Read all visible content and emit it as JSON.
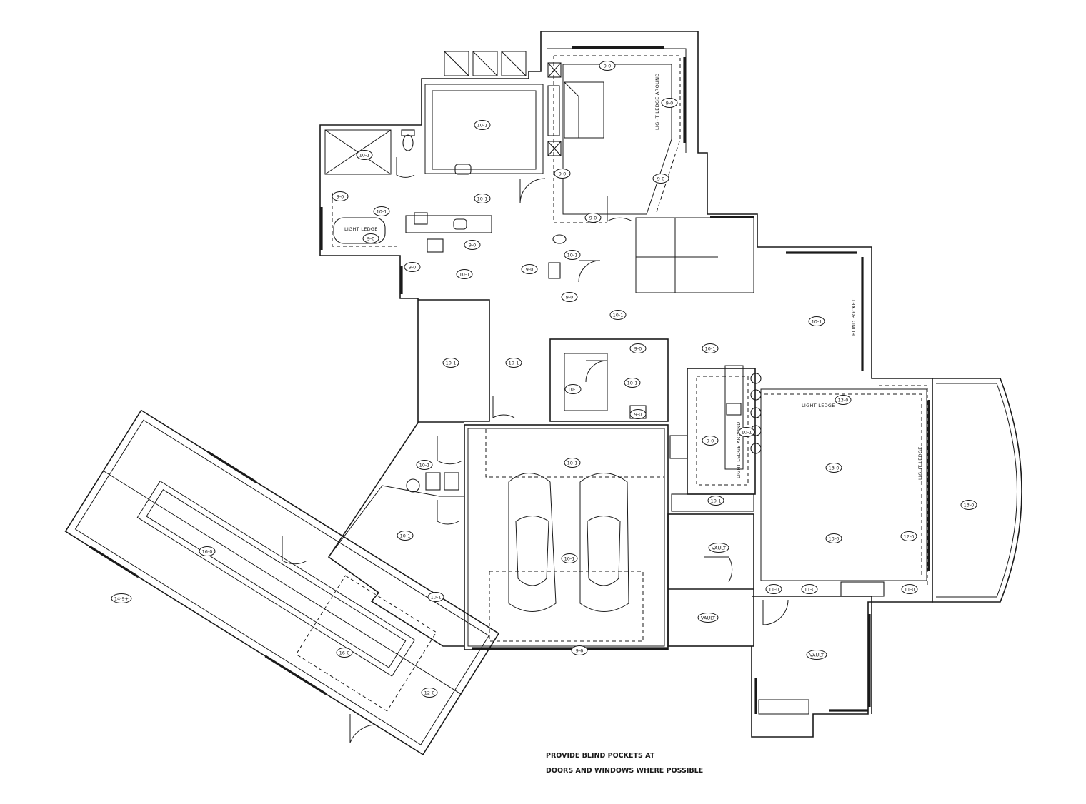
{
  "ceiling_tags": [
    {
      "id": "master-bedroom",
      "text": "9-0"
    },
    {
      "id": "master-bedroom-side",
      "text": "9-0"
    },
    {
      "id": "master-bedroom-door",
      "text": "9-0"
    },
    {
      "id": "master-bedroom-bottom",
      "text": "9-0"
    },
    {
      "id": "master-closet-stair",
      "text": "9-0"
    },
    {
      "id": "master-bath-tub",
      "text": "10-1"
    },
    {
      "id": "shower",
      "text": "10-1"
    },
    {
      "id": "master-bath",
      "text": "10-1"
    },
    {
      "id": "bath-left-a",
      "text": "9-0"
    },
    {
      "id": "bath-left-b",
      "text": "10-1"
    },
    {
      "id": "light-ledge-tub",
      "text": "9-0"
    },
    {
      "id": "vanity",
      "text": "9-0"
    },
    {
      "id": "closet-left",
      "text": "9-0"
    },
    {
      "id": "closet",
      "text": "10-1"
    },
    {
      "id": "hall-closet",
      "text": "9-0"
    },
    {
      "id": "powder",
      "text": "10-1"
    },
    {
      "id": "powder-bottom",
      "text": "9-0"
    },
    {
      "id": "gallery",
      "text": "10-1"
    },
    {
      "id": "great-room",
      "text": "10-1"
    },
    {
      "id": "hall",
      "text": "10-1"
    },
    {
      "id": "office",
      "text": "10-1"
    },
    {
      "id": "entry",
      "text": "10-1"
    },
    {
      "id": "pantry-top",
      "text": "9-0"
    },
    {
      "id": "pantry-left",
      "text": "10-1"
    },
    {
      "id": "pantry",
      "text": "10-1"
    },
    {
      "id": "pantry-sink",
      "text": "9-0"
    },
    {
      "id": "kitchen-island",
      "text": "9-0"
    },
    {
      "id": "bar",
      "text": "10-1"
    },
    {
      "id": "kitchen-bottom",
      "text": "10-1"
    },
    {
      "id": "dining-ledge",
      "text": "13-0"
    },
    {
      "id": "dining",
      "text": "13-0"
    },
    {
      "id": "dining-lower",
      "text": "13-0"
    },
    {
      "id": "dining-right",
      "text": "12-0"
    },
    {
      "id": "sunroom",
      "text": "13-0"
    },
    {
      "id": "garage-top",
      "text": "10-1"
    },
    {
      "id": "garage",
      "text": "10-1"
    },
    {
      "id": "garage-door",
      "text": "9-6"
    },
    {
      "id": "mud",
      "text": "10-1"
    },
    {
      "id": "laundry",
      "text": "10-1"
    },
    {
      "id": "mud-lower",
      "text": "10-1"
    },
    {
      "id": "vault-a",
      "text": "VAULT"
    },
    {
      "id": "vault-b",
      "text": "VAULT"
    },
    {
      "id": "vault-c",
      "text": "VAULT"
    },
    {
      "id": "bay-a",
      "text": "11-0"
    },
    {
      "id": "bay-b",
      "text": "11-0"
    },
    {
      "id": "bay-c",
      "text": "11-0"
    },
    {
      "id": "pool-room",
      "text": "16-0"
    },
    {
      "id": "pool-room-lower",
      "text": "16-0"
    },
    {
      "id": "pool-side",
      "text": "14-9+"
    },
    {
      "id": "pool-corner",
      "text": "12-0"
    }
  ],
  "labels": {
    "light_ledge_around_master": "LIGHT LEDGE AROUND",
    "light_ledge_tub": "LIGHT LEDGE",
    "blind_pocket": "BLIND POCKET",
    "light_ledge_dining": "LIGHT LEDGE",
    "light_ledge_right": "LIGHT LEDGE",
    "light_ledge_around_kitchen": "LIGHT LEDGE AROUND"
  },
  "notes": {
    "line1": "PROVIDE BLIND POCKETS AT",
    "line2": "DOORS AND WINDOWS WHERE POSSIBLE"
  }
}
